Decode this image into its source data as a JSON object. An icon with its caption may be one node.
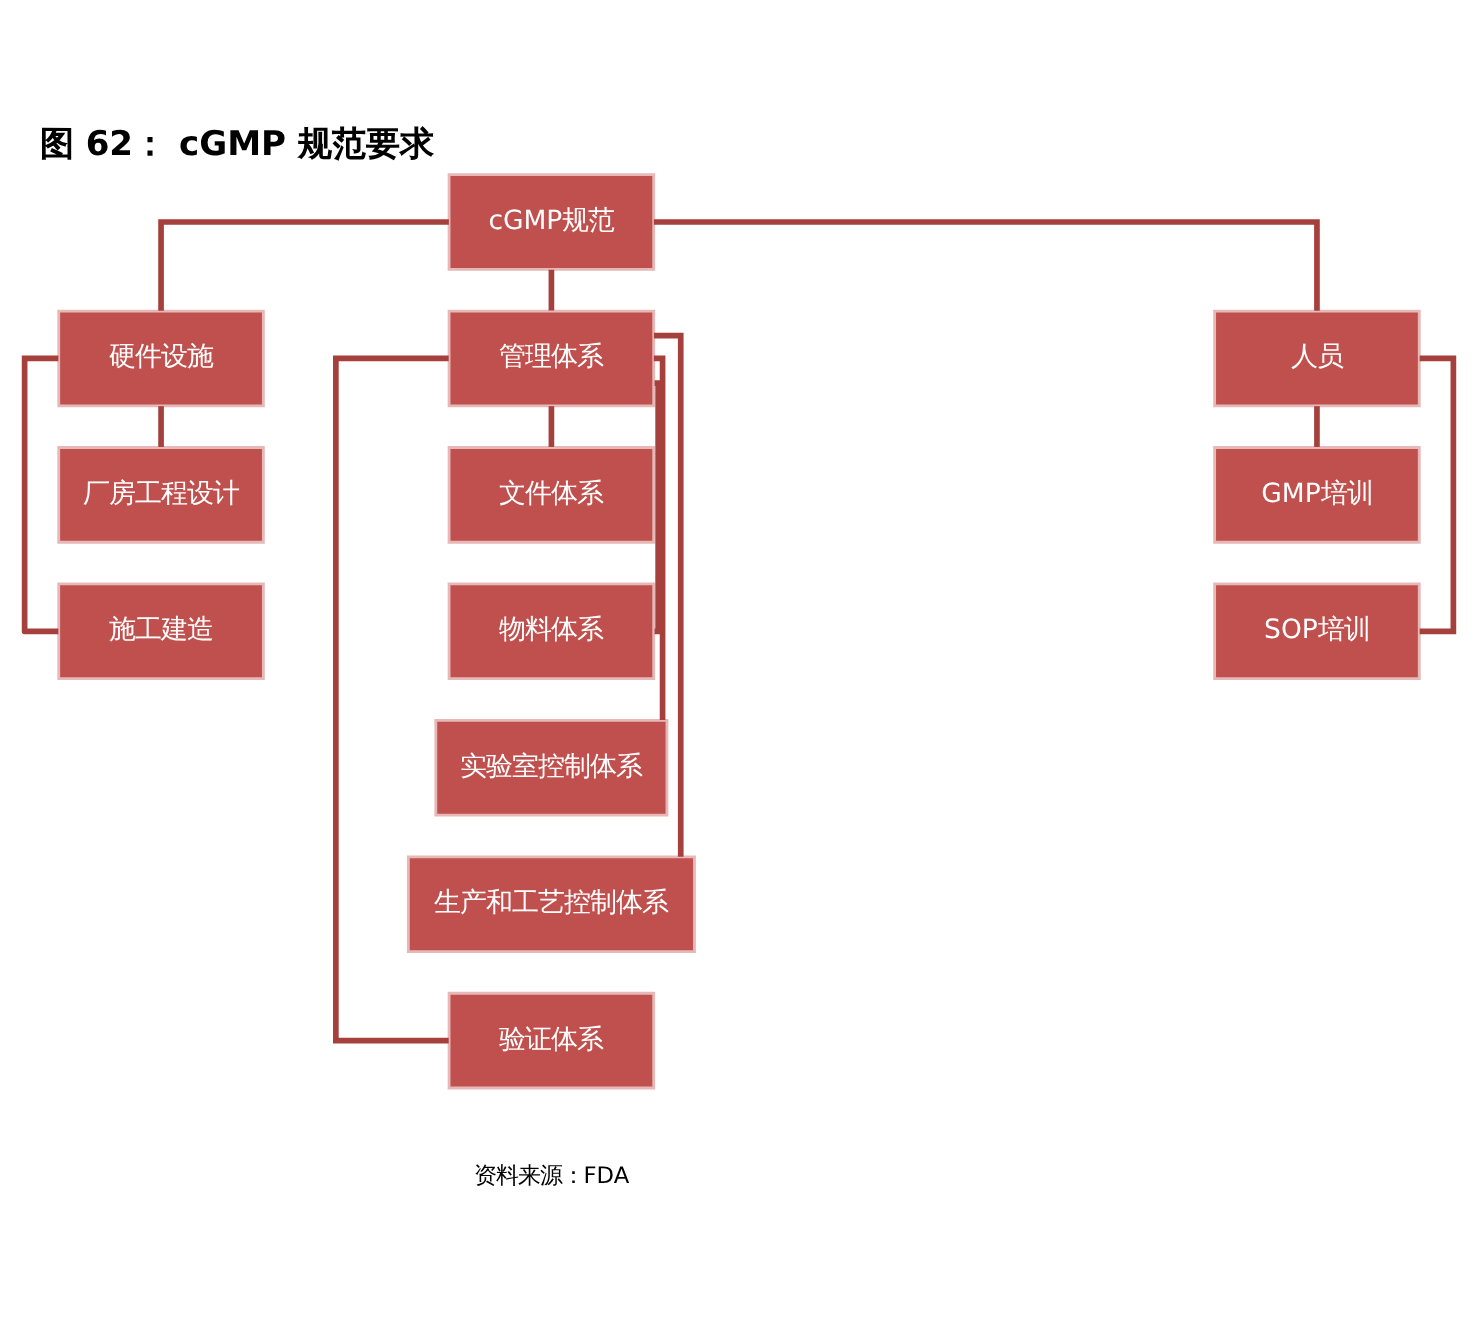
{
  "diagram": {
    "title": "图 62： cGMP 规范要求",
    "caption": "资料来源：FDA",
    "nodes": [
      {
        "text": [
          "cGMP规范"
        ]
      },
      {
        "text": [
          "硬件设施"
        ]
      },
      {
        "text": [
          "管理体系"
        ]
      },
      {
        "text": [
          "人员"
        ]
      },
      {
        "text": [
          "厂房工程设计"
        ]
      },
      {
        "text": [
          "施工建造"
        ]
      },
      {
        "text": [
          "文件体系"
        ]
      },
      {
        "text": [
          "物料体系"
        ]
      },
      {
        "text": [
          "实验室控制体系"
        ]
      },
      {
        "text": [
          "生产和工艺控制体系"
        ]
      },
      {
        "text": [
          "验证体系"
        ]
      },
      {
        "text": [
          "GMP培训"
        ]
      },
      {
        "text": [
          "SOP培训"
        ]
      }
    ],
    "edges": [
      {
        "from": 0,
        "to": 1,
        "arrow": "none"
      },
      {
        "from": 0,
        "to": 2,
        "arrow": "none"
      },
      {
        "from": 0,
        "to": 3,
        "arrow": "none"
      },
      {
        "from": 1,
        "to": 4,
        "arrow": "none"
      },
      {
        "from": 1,
        "to": 5,
        "arrow": "none"
      },
      {
        "from": 2,
        "to": 6,
        "arrow": "none"
      },
      {
        "from": 2,
        "to": 7,
        "arrow": "none"
      },
      {
        "from": 2,
        "to": 8,
        "arrow": "none"
      },
      {
        "from": 2,
        "to": 9,
        "arrow": "none"
      },
      {
        "from": 2,
        "to": 10,
        "arrow": "none"
      },
      {
        "from": 3,
        "to": 11,
        "arrow": "none"
      },
      {
        "from": 3,
        "to": 12,
        "arrow": "none"
      }
    ]
  }
}
